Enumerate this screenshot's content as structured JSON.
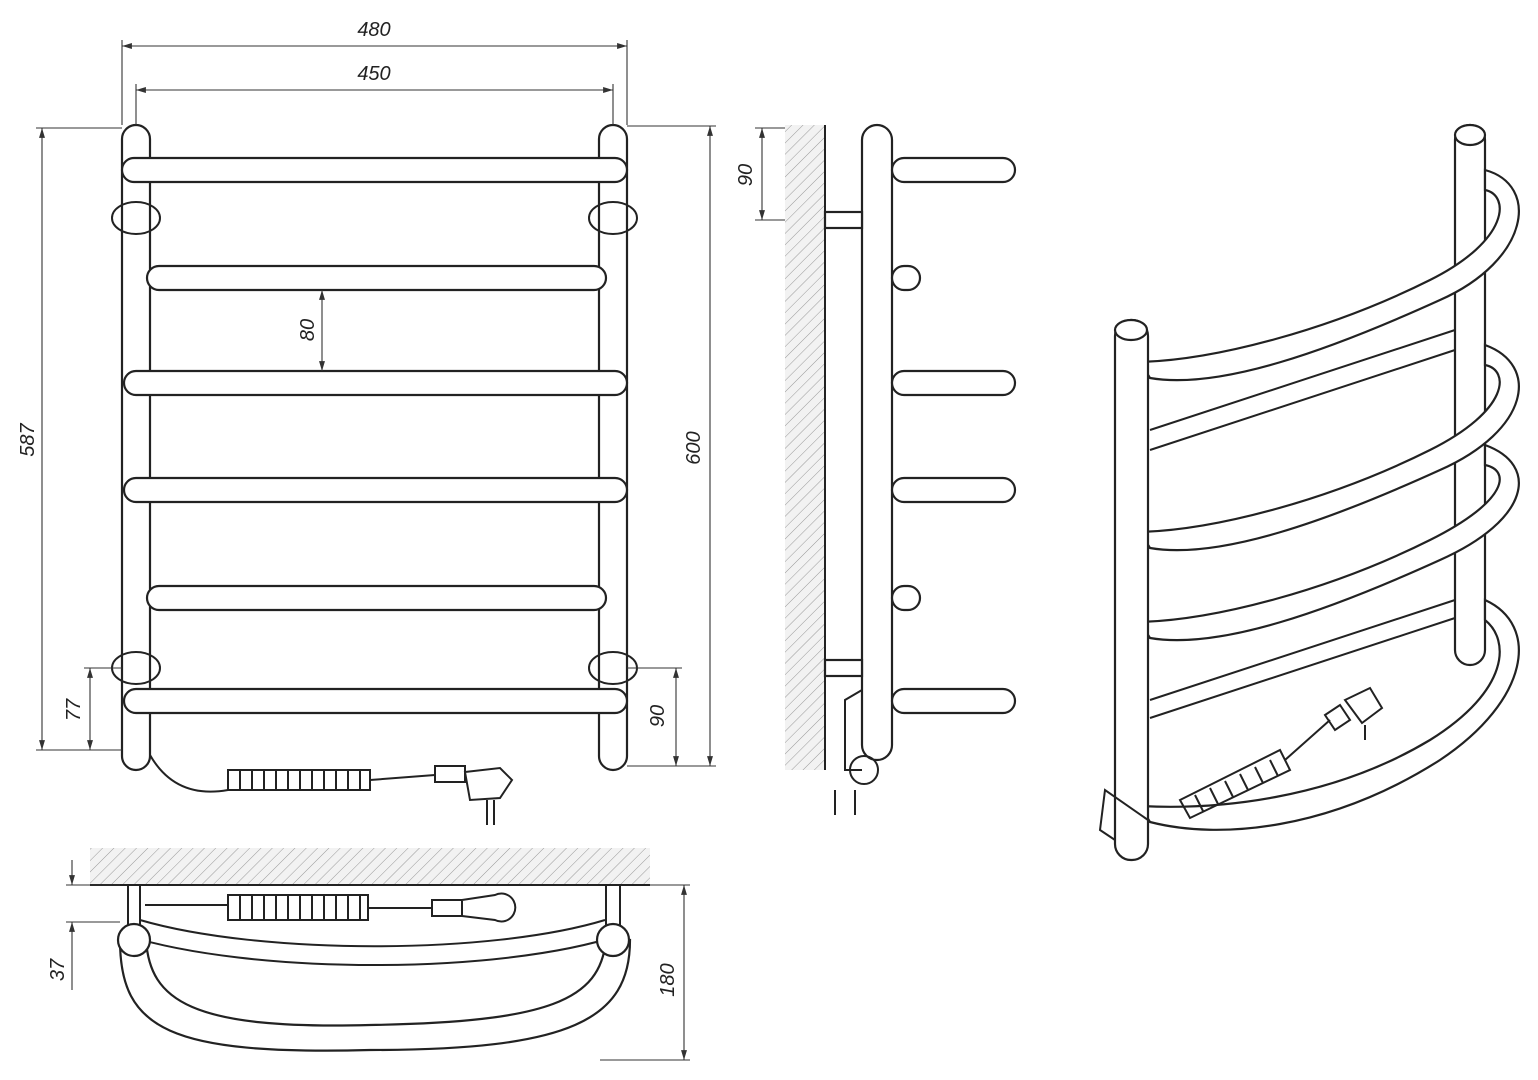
{
  "drawing": {
    "front_view": {
      "width_outer": "480",
      "width_axis": "450",
      "height_axis": "587",
      "height_outer": "600",
      "rail_spacing": "80",
      "bottom_offset_left": "77",
      "bottom_offset_right": "90"
    },
    "side_view": {
      "mount_offset": "90"
    },
    "top_view": {
      "wall_offset": "37",
      "depth": "180"
    }
  }
}
